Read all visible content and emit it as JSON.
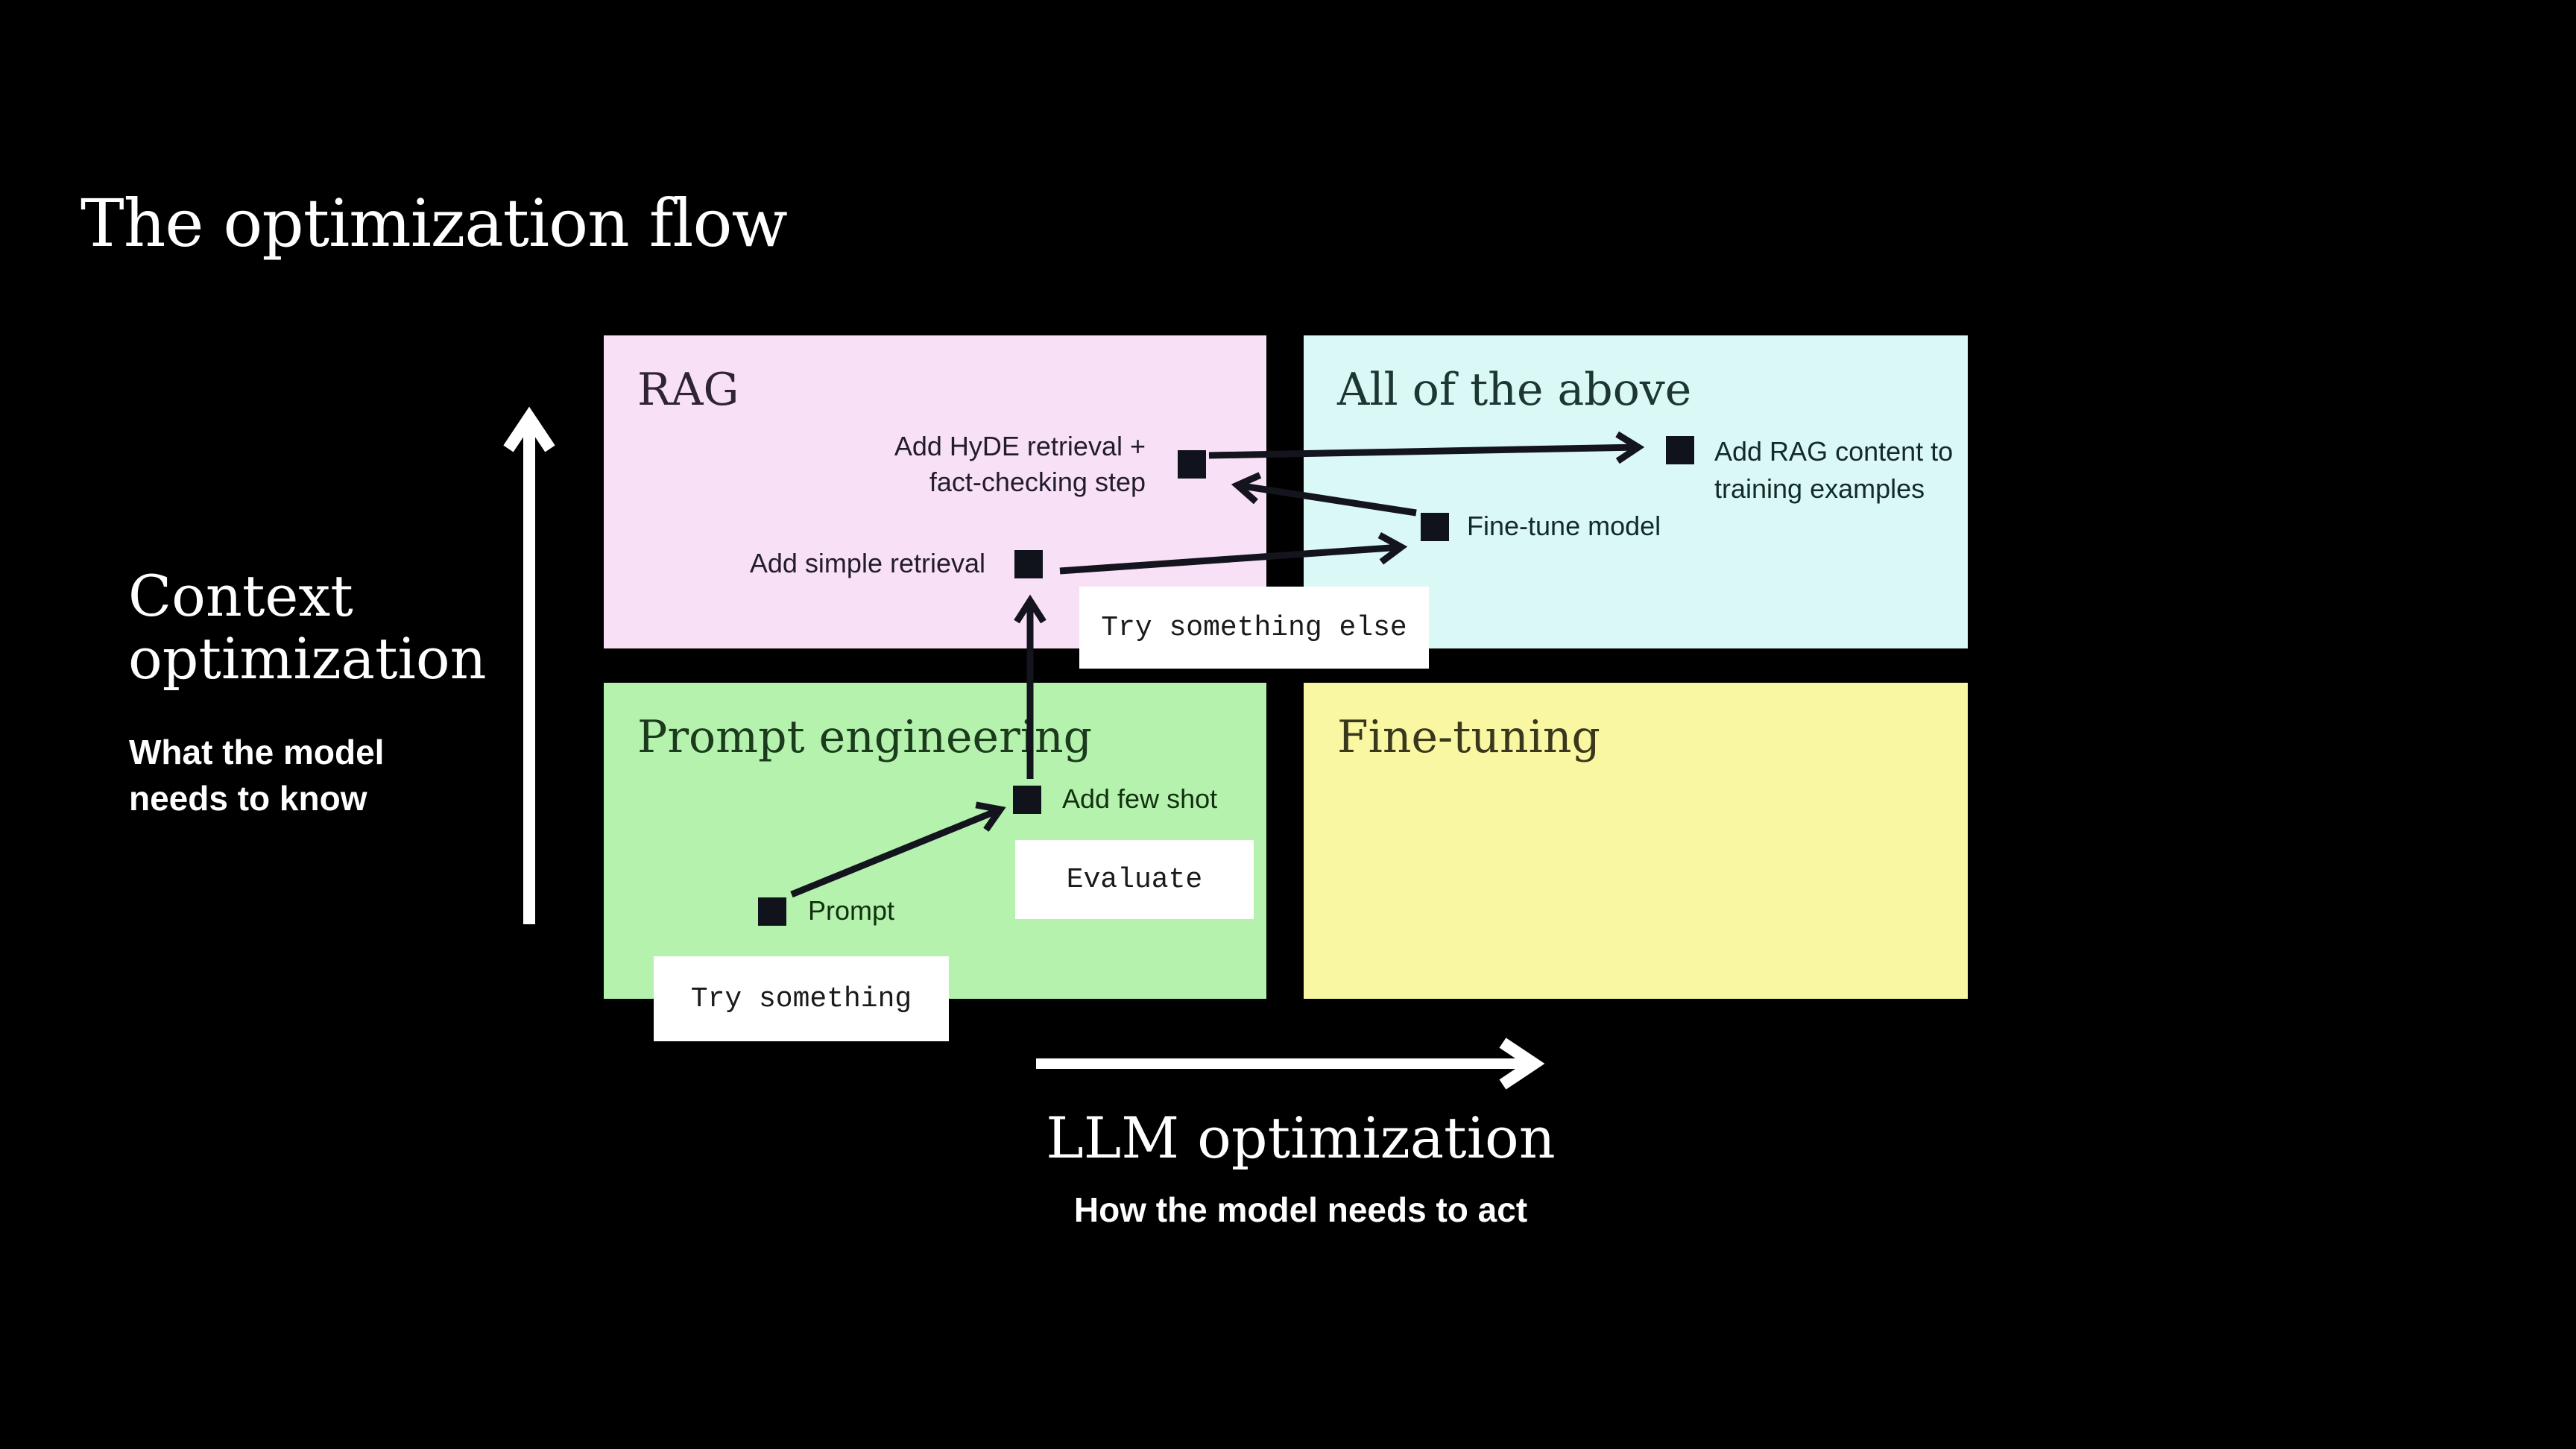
{
  "title": "The optimization flow",
  "axes": {
    "y": {
      "label_line1": "Context",
      "label_line2": "optimization",
      "sublabel_line1": "What the model",
      "sublabel_line2": "needs to know"
    },
    "x": {
      "label": "LLM optimization",
      "sublabel": "How the model needs to act"
    }
  },
  "quadrants": {
    "rag": {
      "label": "RAG",
      "bg": "#f8e1f6"
    },
    "all_of_the_above": {
      "label": "All of the above",
      "bg": "#d9f8f6"
    },
    "prompt_engineering": {
      "label": "Prompt engineering",
      "bg": "#b4f2ae"
    },
    "fine_tuning": {
      "label": "Fine-tuning",
      "bg": "#f9f7a2"
    }
  },
  "nodes": {
    "prompt": {
      "label": "Prompt"
    },
    "few_shot": {
      "label": "Add few shot"
    },
    "simple_retrieval": {
      "label": "Add simple retrieval"
    },
    "hyde": {
      "line1": "Add HyDE retrieval +",
      "line2": "fact-checking step"
    },
    "fine_tune": {
      "label": "Fine-tune model"
    },
    "rag_content": {
      "line1": "Add RAG content to",
      "line2": "training examples"
    }
  },
  "callouts": {
    "try_something": "Try something",
    "evaluate": "Evaluate",
    "try_something_else": "Try something else"
  },
  "edges": [
    {
      "from": "prompt",
      "to": "few_shot"
    },
    {
      "from": "few_shot",
      "to": "simple_retrieval"
    },
    {
      "from": "simple_retrieval",
      "to": "fine_tune"
    },
    {
      "from": "fine_tune",
      "to": "hyde"
    },
    {
      "from": "hyde",
      "to": "rag_content"
    }
  ],
  "colors": {
    "background": "#000000",
    "text_light": "#ffffff",
    "node_square": "#10121c",
    "arrow_black": "#14141e",
    "callout_bg": "#ffffff"
  }
}
